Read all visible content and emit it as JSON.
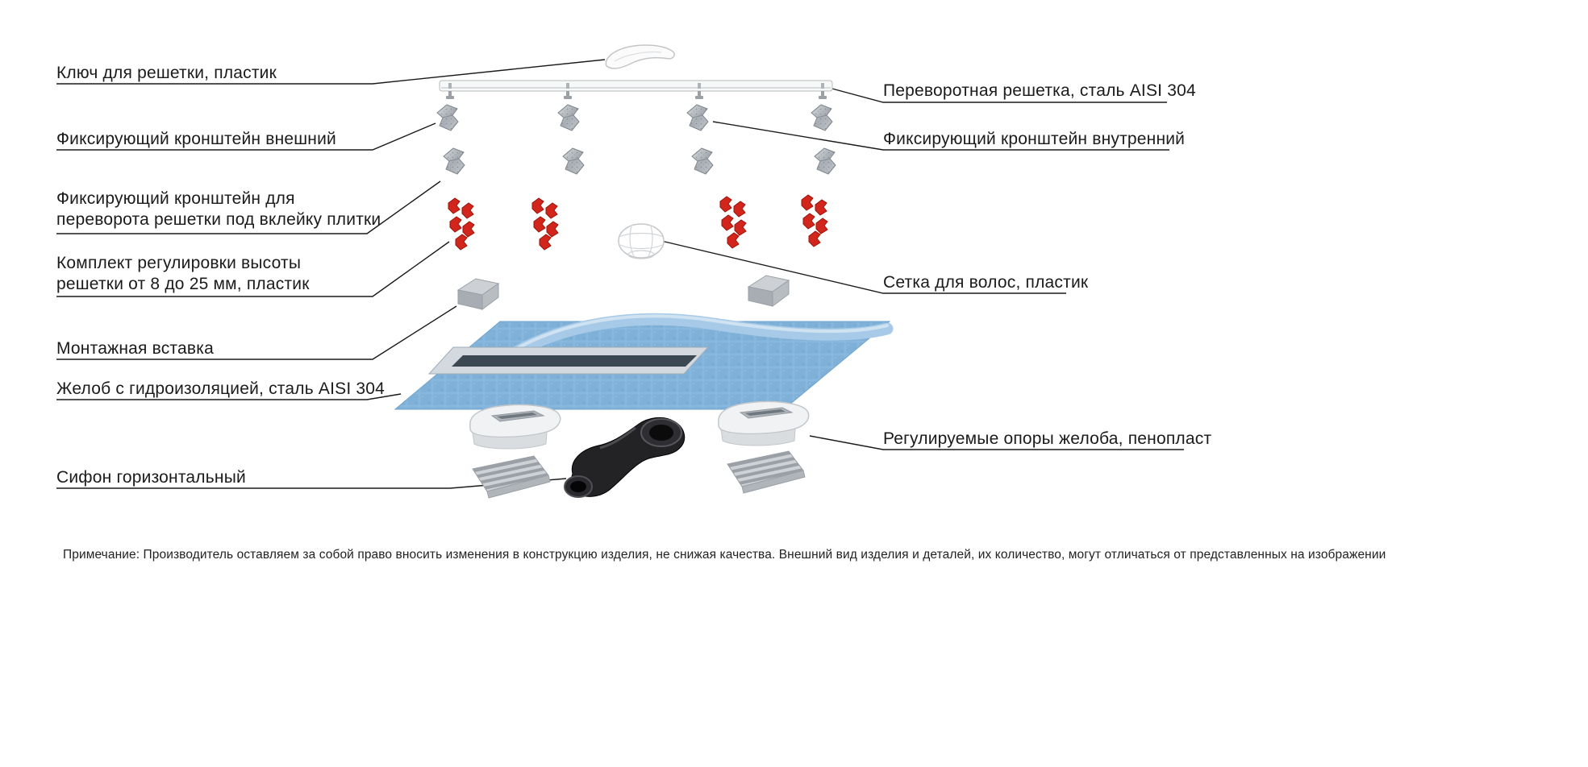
{
  "labels": {
    "key": "Ключ для решетки, пластик",
    "bracket_outer": "Фиксирующий кронштейн внешний",
    "bracket_flip": "Фиксирующий кронштейн для\nпереворота решетки под вклейку плитки",
    "height_kit": "Комплект регулировки высоты\nрешетки от 8 до 25 мм, пластик",
    "mount_insert": "Монтажная вставка",
    "channel": "Желоб с гидроизоляцией, сталь AISI 304",
    "siphon": "Сифон горизонтальный",
    "grate": "Переворотная решетка, сталь AISI 304",
    "bracket_inner": "Фиксирующий кронштейн внутренний",
    "hair_net": "Сетка для волос, пластик",
    "supports": "Регулируемые опоры желоба, пенопласт"
  },
  "note": "Примечание: Производитель оставляем за собой право вносить изменения в конструкцию изделия, не снижая качества. Внешний вид изделия и деталей, их количество, могут отличаться от представленных на изображении",
  "parts": {
    "icons": [
      "grate-key-icon",
      "grate-icon",
      "fixing-bracket-outer-icon",
      "fixing-bracket-flip-icon",
      "height-adjust-clips-icon",
      "hair-net-icon",
      "mounting-insert-icon",
      "membrane-channel-icon",
      "foam-support-icon",
      "ribbed-foam-icon",
      "siphon-icon"
    ]
  },
  "colors": {
    "line": "#1a1a1a",
    "clip_red": "#d2261c",
    "membrane_blue": "#7fb1d8",
    "metal_gray": "#b0b6bc"
  }
}
